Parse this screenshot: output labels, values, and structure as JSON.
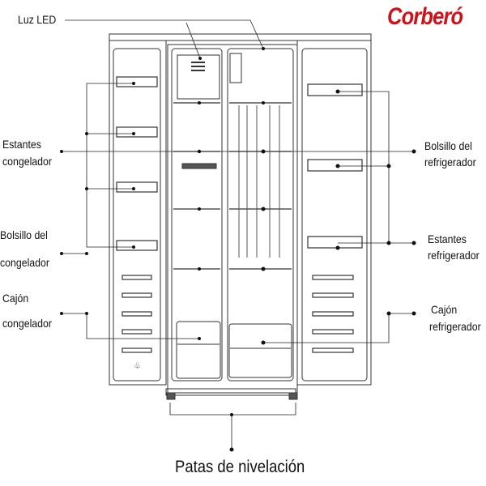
{
  "brand": {
    "logo_text": "Corberó",
    "color": "#d0121b"
  },
  "labels": {
    "led": "Luz LED",
    "freezer_shelves": [
      "Estantes",
      "congelador"
    ],
    "freezer_pocket": [
      "Bolsillo del",
      "congelador"
    ],
    "freezer_drawer": [
      "Cajón",
      "congelador"
    ],
    "fridge_pocket": [
      "Bolsillo del",
      "refrigerador"
    ],
    "fridge_shelves": [
      "Estantes",
      "refrigerador"
    ],
    "fridge_drawer": [
      "Cajón",
      "refrigerador"
    ],
    "feet": "Patas de nivelación"
  }
}
